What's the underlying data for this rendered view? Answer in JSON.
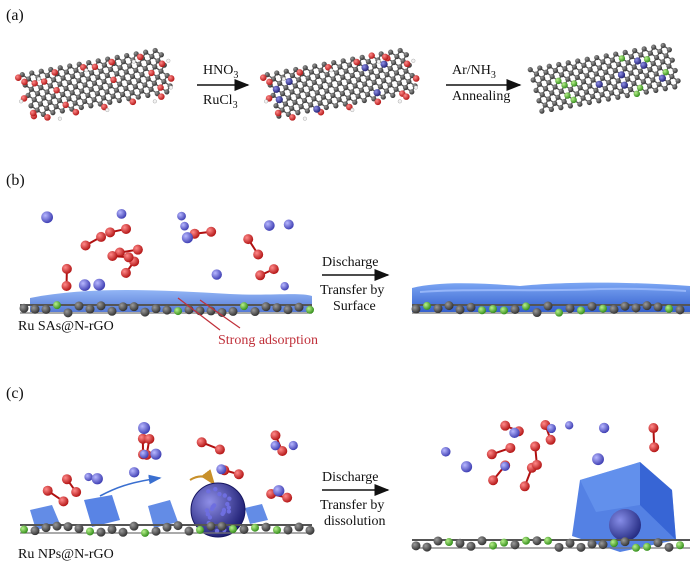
{
  "panels": {
    "a": {
      "label": "(a)",
      "step1": {
        "line1": "HNO",
        "line1_sub": "3",
        "line2": "RuCl",
        "line2_sub": "3"
      },
      "step2": {
        "line1": "Ar/NH",
        "line1_sub": "3",
        "line2": "Annealing"
      }
    },
    "b": {
      "label": "(b)",
      "arrow_top": "Discharge",
      "arrow_bottom_1": "Transfer by",
      "arrow_bottom_2": "Surface",
      "caption": "Ru SAs@N-rGO",
      "annotation": "Strong adsorption"
    },
    "c": {
      "label": "(c)",
      "arrow_top": "Discharge",
      "arrow_bottom_1": "Transfer by",
      "arrow_bottom_2": "dissolution",
      "caption": "Ru NPs@N-rGO"
    }
  },
  "colors": {
    "carbon": "#4a4a4a",
    "oxygen": "#d12a2a",
    "ruthenium": "#2b2b8f",
    "nitrogen": "#4fbf2f",
    "electrolyte": "#3c6fe0",
    "annotation": "#c0303a"
  }
}
